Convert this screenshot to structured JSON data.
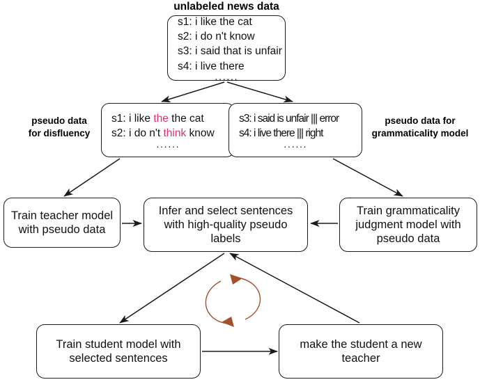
{
  "diagram": {
    "title_caption": "unlabeled news data",
    "side_labels": {
      "left": "pseudo data\nfor  disfluency",
      "left_line1": "pseudo data",
      "left_line2": "for  disfluency",
      "right_line1": "pseudo data for",
      "right_line2": "grammaticality model"
    },
    "colors": {
      "box_border": "#1a1a1a",
      "text": "#111111",
      "highlight": "#e0316b",
      "loop_arrow": "#a4502a",
      "arrow": "#1a1a1a",
      "background": "#ffffff"
    },
    "nodes": {
      "unlabeled": {
        "lines": [
          "s1: i like the cat",
          "s2: i do n't know",
          "s3: i said that is unfair",
          "s4: i live there"
        ],
        "ellipsis": "······"
      },
      "disfluency": {
        "line1_prefix": "s1: i like ",
        "line1_highlight": "the",
        "line1_suffix": " the cat",
        "line2_prefix": "s2: i do n't ",
        "line2_highlight": "think",
        "line2_suffix": " know",
        "ellipsis": "······"
      },
      "grammaticality": {
        "line1": "s3: i said is unfair  |||  error",
        "line2": "s4: i live there  ||| right",
        "ellipsis": "······"
      },
      "teacher": "Train teacher model with pseudo data",
      "infer": "Infer and select sentences with high-quality pseudo labels",
      "judge": "Train grammaticality judgment model with pseudo data",
      "student": "Train student model with selected sentences",
      "new_teacher": "make the student a new teacher"
    }
  }
}
